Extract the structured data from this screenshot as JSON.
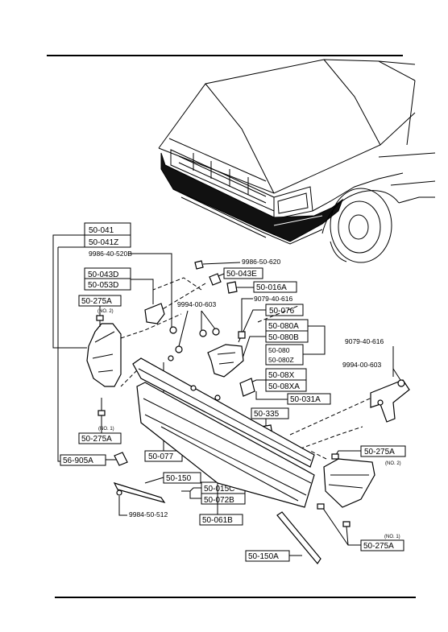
{
  "diagram": {
    "callouts": {
      "c50_041": "50-041",
      "c50_041z": "50-041Z",
      "c9986_40_520b": "9986-40-520B",
      "c9986_50_620": "9986-50-620",
      "c50_043e": "50-043E",
      "c50_016a": "50-016A",
      "c50_043d": "50-043D",
      "c50_053d": "50-053D",
      "c9079_40_616_a": "9079-40-616",
      "c50_275a_1": "50-275A",
      "c50_275a_1_note": "(NO. 2)",
      "c9994_00_603_a": "9994-00-603",
      "c50_076": "50-076",
      "c50_080a": "50-080A",
      "c50_080b": "50-080B",
      "c50_080": "50-080",
      "c50_080z": "50-080Z",
      "c9079_40_616_b": "9079-40-616",
      "c9994_00_603_b": "9994-00-603",
      "c50_08x": "50-08X",
      "c50_08xa": "50-08XA",
      "c50_031a": "50-031A",
      "c50_335": "50-335",
      "c50_275a_2_note": "(NO. 1)",
      "c50_275a_2": "50-275A",
      "c56_905a": "56-905A",
      "c50_077": "50-077",
      "c50_275a_3": "50-275A",
      "c50_275a_3_note": "(NO. 2)",
      "c50_150": "50-150",
      "c50_015c": "50-015C",
      "c50_072b": "50-072B",
      "c9984_50_512": "9984-50-512",
      "c50_061b": "50-061B",
      "c50_275a_4_note": "(NO. 1)",
      "c50_275a_4": "50-275A",
      "c50_150a": "50-150A"
    }
  }
}
